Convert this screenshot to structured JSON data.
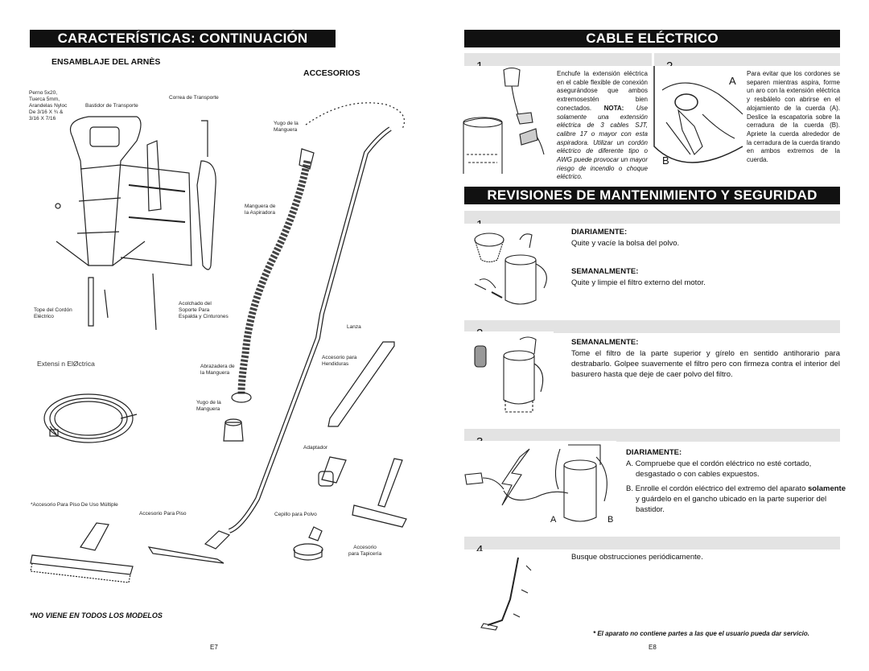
{
  "left": {
    "banner": "CARACTERÍSTICAS: CONTINUACIÓN",
    "harness_title": "ENSAMBLAJE DEL ARNÈS",
    "accessories_title": "ACCESORIOS",
    "hardware_label": [
      "Perno 5x20,",
      "Tuerca 5mm,",
      "Arandelas Nyloc",
      "De 3/16 X ¾ &",
      "3/16 X 7/16"
    ],
    "frame_label": "Bastidor de Transporte",
    "strap_label": "Correa de Transporte",
    "cord_top_label": [
      "Tope del Cordón",
      "Eléctrico"
    ],
    "padding_label": [
      "Acolchado del",
      "Soporte Para",
      "Espalda y Cinturones"
    ],
    "hose_yoke_label": [
      "Yugo de la",
      "Manguera"
    ],
    "hose_label": [
      "Manguera de",
      "la Aspiradora"
    ],
    "wand_label": "Lanza",
    "cord_label": "Extensi n ElØctrica",
    "clamp_label": [
      "Abrazadera de",
      "la Manguera"
    ],
    "yoke2_label": [
      "Yugo de la",
      "Manguera"
    ],
    "crevice_label": [
      "Accesorio para",
      "Hendiduras"
    ],
    "adapter_label": "Adaptador",
    "multi_floor_label": "*Accesorio Para Piso De Uso Múltiple",
    "floor_label": "Accesorio Para Piso",
    "dust_brush_label": "Cepillo para Polvo",
    "upholstery_label": [
      "Accesorio",
      "para Tapicería"
    ],
    "footnote": "*NO VIENE EN TODOS LOS MODELOS",
    "page_num": "E7"
  },
  "right": {
    "banner_cord": "CABLE ELÉCTRICO",
    "step1_num": "1.",
    "step1_text_pre": "Enchufe la extensión eléctrica en el cable flexible de conexión asegurándose que ambos extremosestén bien conectados.",
    "step1_nota": "NOTA:",
    "step1_italic": " Use solamente una extensión eléctrica de 3 cables SJT, calibre 17 o mayor con esta aspiradora. Utilizar un cordón eléctrico de diferente tipo o AWG puede provocar un mayor riesgo de incendio o choque eléctrico.",
    "step2_num": "2.",
    "step2_text": "Para evitar que los cordones se separen mientras aspira, forme un aro con la extensión eléctrica y resbálelo con abrirse en el alojamiento de la cuerda (A). Deslice la escapatoria sobre la cerradura de la cuerda (B). Apriete la cuerda alrededor de la cerradura de la cuerda tirando en ambos extremos de la cuerda.",
    "label_a": "A",
    "label_b": "B",
    "banner_maint": "REVISIONES DE MANTENIMIENTO Y SEGURIDAD",
    "m1_num": "1.",
    "m1_h1": "DIARIAMENTE:",
    "m1_t1": "Quite y vacíe la bolsa del polvo.",
    "m1_h2": "SEMANALMENTE:",
    "m1_t2": "Quite y limpie el filtro externo del motor.",
    "m2_num": "2.",
    "m2_h": "SEMANALMENTE:",
    "m2_t": "Tome el filtro de la parte superior y gírelo en sentido antihorario para destrabarlo. Golpee suavemente el filtro pero con firmeza contra el interior del basurero hasta que deje de caer polvo del filtro.",
    "m3_num": "3.",
    "m3_h": "DIARIAMENTE:",
    "m3_a": "A. Compruebe que el cordón eléctrico no esté cortado, desgastado o con cables expuestos.",
    "m3_b_pre": "B. Enrolle el cordón eléctrico del extremo del aparato ",
    "m3_b_bold": "solamente",
    "m3_b_post": " y guárdelo en el gancho ubicado en la parte superior del bastidor.",
    "m3_label_a": "A",
    "m3_label_b": "B",
    "m4_num": "4.",
    "m4_t": "Busque obstrucciones periódicamente.",
    "footnote": "* El aparato no contiene partes a las que el usuario pueda dar servicio.",
    "page_num": "E8"
  }
}
